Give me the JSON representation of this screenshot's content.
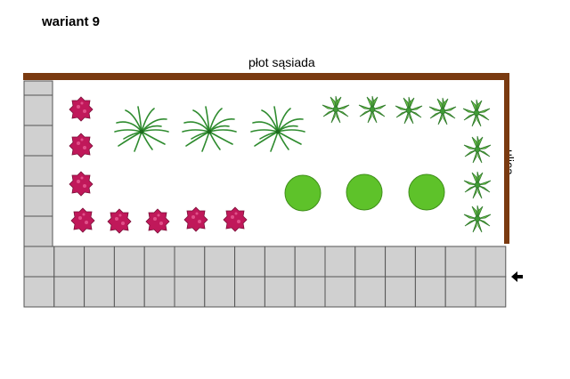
{
  "title": "wariant 9",
  "labels": {
    "fence": "płot sąsiada",
    "street": "ulica"
  },
  "colors": {
    "fence": "#7a3a10",
    "paving": "#d0d0d0",
    "paving_stroke": "#555555",
    "rose_plant": "#c0185a",
    "grass_plant": "#2e8b2e",
    "shrub_ball": "#5ec22a",
    "small_plant": "#3f9a35"
  },
  "icons": {
    "entrance": "arrow-left-icon",
    "rose": "rose-shrub-icon",
    "grass": "ornamental-grass-icon",
    "ball": "boxwood-ball-icon",
    "small": "small-plant-icon"
  }
}
